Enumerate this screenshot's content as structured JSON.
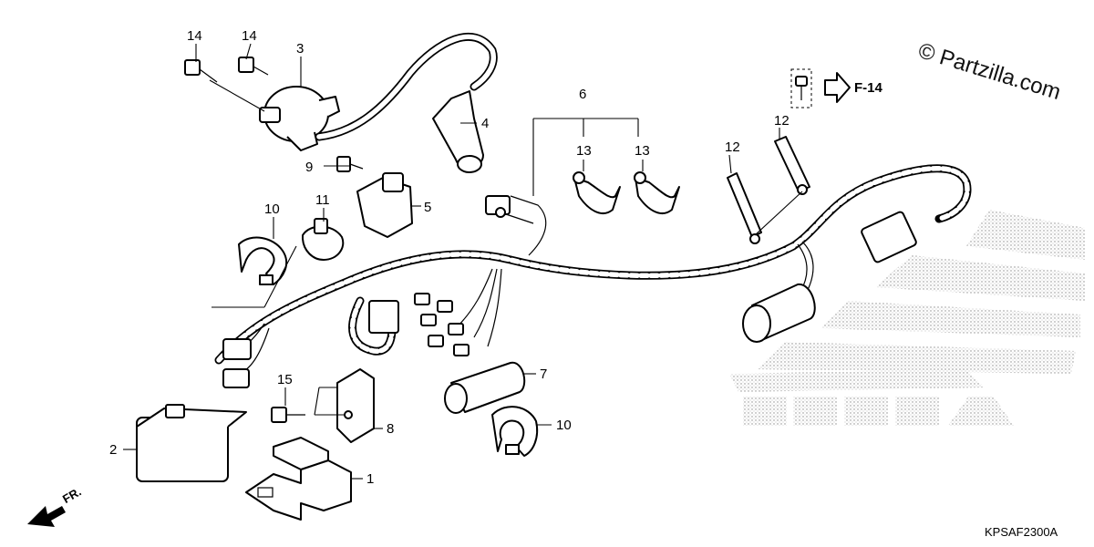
{
  "watermark": "© Partzilla.com",
  "diagram_code": "KPSAF2300A",
  "reference": {
    "label": "F-14"
  },
  "front_indicator": {
    "label": "FR."
  },
  "callouts": {
    "c1": "1",
    "c2": "2",
    "c3": "3",
    "c4": "4",
    "c5": "5",
    "c6": "6",
    "c7": "7",
    "c8": "8",
    "c9": "9",
    "c10a": "10",
    "c10b": "10",
    "c11": "11",
    "c12a": "12",
    "c12b": "12",
    "c13a": "13",
    "c13b": "13",
    "c14a": "14",
    "c14b": "14",
    "c15": "15"
  },
  "colors": {
    "ink": "#000000",
    "paper": "#ffffff",
    "stipple": "#9a9a9a"
  }
}
